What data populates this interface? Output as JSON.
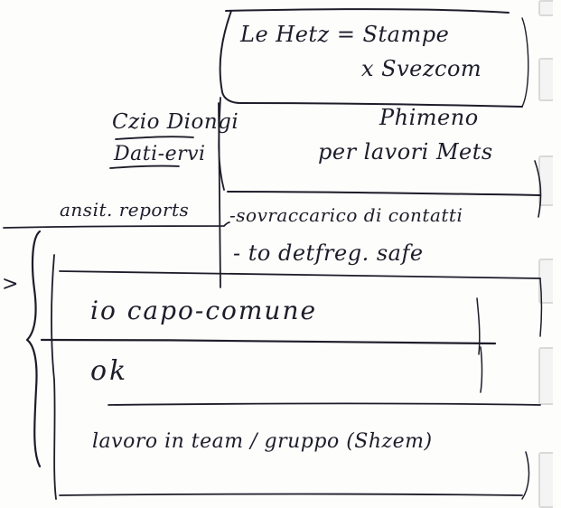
{
  "page": {
    "background": "#fdfdfc",
    "ink_color": "#1d1d2a",
    "tab_color": "#d9d9d9"
  },
  "top_box": {
    "line1": "Le Hetz = Stampe",
    "line2": "x Svezcom"
  },
  "phone_box": {
    "line1": "Phimeno",
    "line2": "per lavori Mets"
  },
  "left_notes": {
    "line1": "Czio Diongi",
    "line2": "Dati-ervi",
    "line3": "ansit. reports"
  },
  "middle_notes": {
    "line1": "-sovraccarico di contatti",
    "line2": "- to detfreg. safe"
  },
  "table": {
    "row1": "io capo-comune",
    "row2": "ok",
    "row3": "lavoro in team / gruppo (Shzem)"
  },
  "margin_mark": ">"
}
